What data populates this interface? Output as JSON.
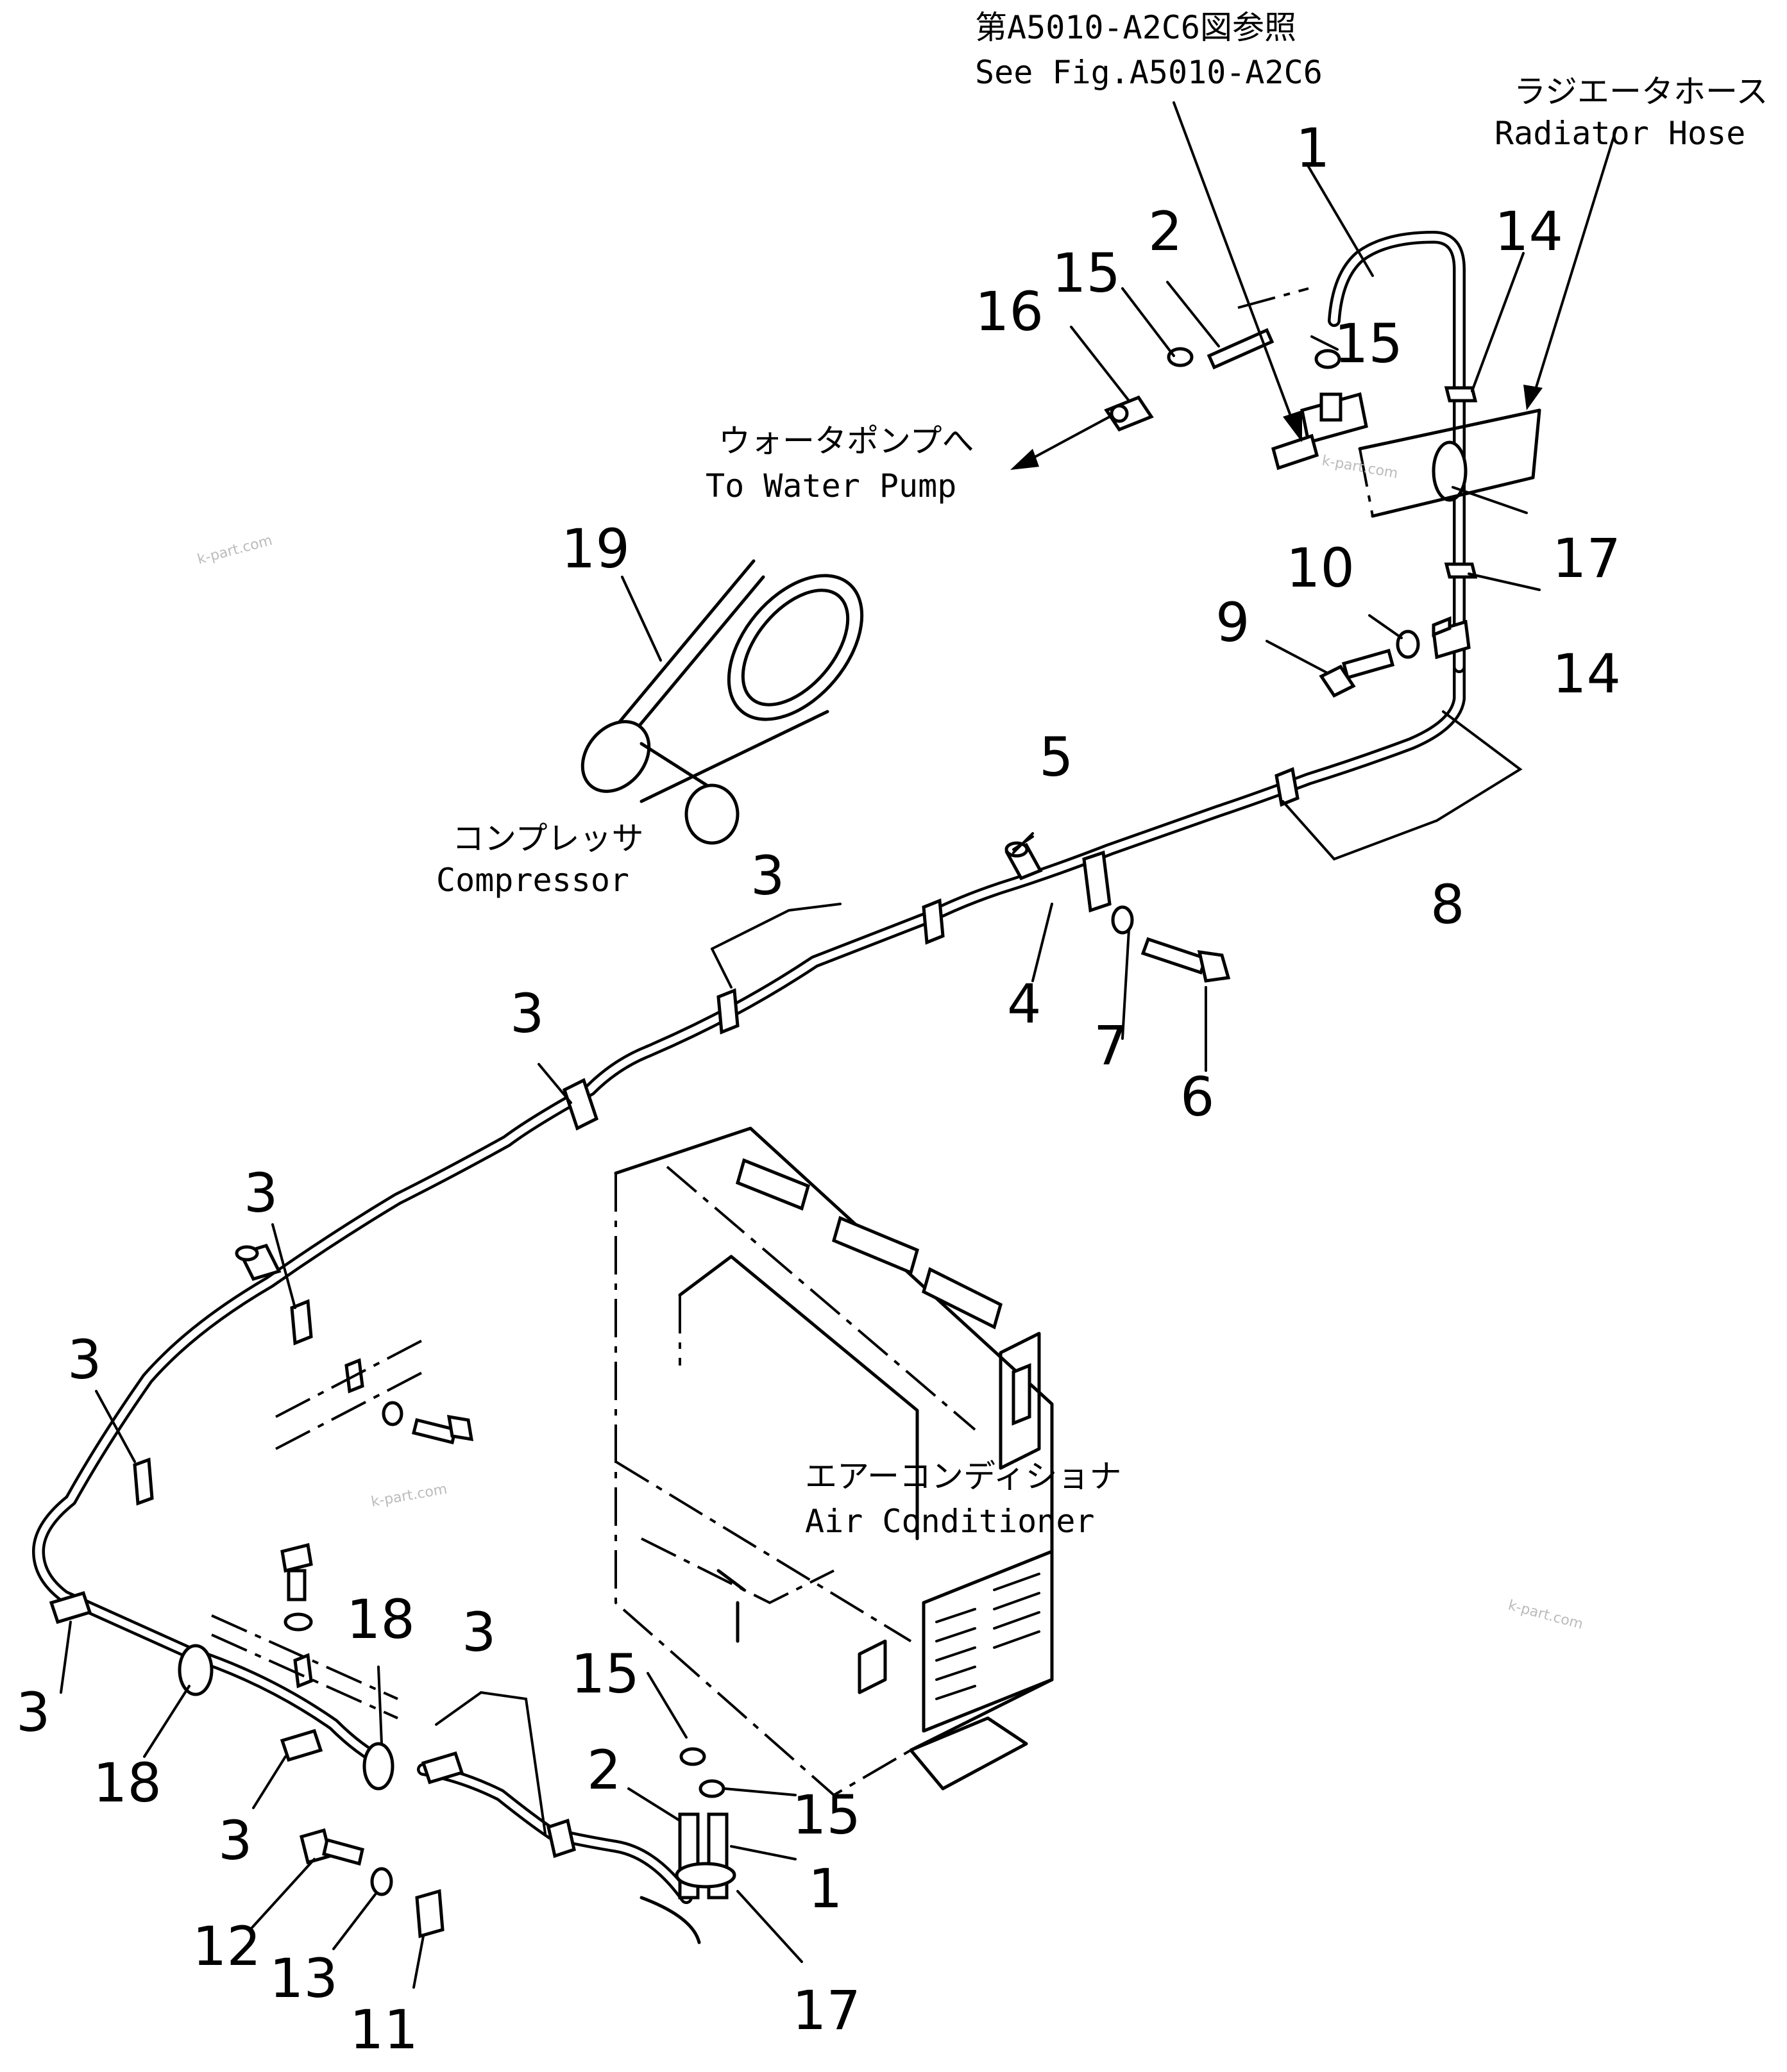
{
  "notes": {
    "see_fig_ja": "第A5010-A2C6図参照",
    "see_fig_en": "See Fig.A5010-A2C6",
    "radiator_hose_ja": "ラジエータホース",
    "radiator_hose_en": "Radiator Hose",
    "water_pump_ja": "ウォータポンプへ",
    "water_pump_en": "To Water Pump",
    "compressor_ja": "コンプレッサ",
    "compressor_en": "Compressor",
    "air_conditioner_ja": "エアーコンディショナ",
    "air_conditioner_en": "Air Conditioner"
  },
  "part_numbers": [
    "1",
    "2",
    "15",
    "16",
    "15",
    "14",
    "17",
    "14",
    "10",
    "9",
    "19",
    "5",
    "8",
    "3",
    "4",
    "7",
    "6",
    "3",
    "3",
    "3",
    "3",
    "18",
    "3",
    "15",
    "2",
    "15",
    "1",
    "18",
    "3",
    "12",
    "13",
    "11",
    "17"
  ],
  "watermark": "k-part.com"
}
